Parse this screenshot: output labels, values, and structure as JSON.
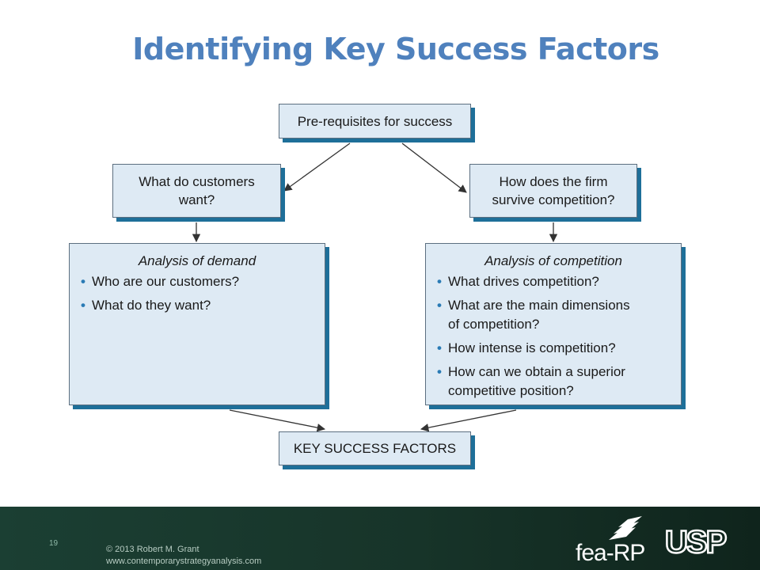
{
  "title": "Identifying Key Success Factors",
  "diagram": {
    "prereq": "Pre-requisites for success",
    "customers": "What do customers want?",
    "competition_q": "How does the firm survive competition?",
    "demand": {
      "heading": "Analysis of demand",
      "items": [
        "Who are our customers?",
        "What do they want?"
      ]
    },
    "competition": {
      "heading": "Analysis of competition",
      "items": [
        "What drives competition?",
        "What are the main dimensions of competition?",
        "How intense is competition?",
        "How can we obtain a superior competitive position?"
      ]
    },
    "ksf": "KEY SUCCESS FACTORS"
  },
  "footer": {
    "page": "19",
    "copyright": "© 2013 Robert M. Grant",
    "website": "www.contemporarystrategyanalysis.com",
    "logo_fea_text": "fea-RP",
    "logo_usp_text": "USP"
  },
  "colors": {
    "title": "#4f81bd",
    "box_fill": "#deeaf4",
    "box_shadow": "#1e6f99",
    "footer_bg": "#1b3f33"
  }
}
